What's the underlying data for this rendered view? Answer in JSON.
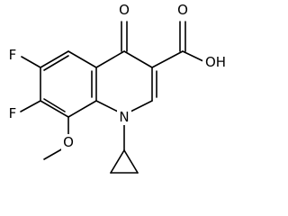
{
  "molecule": {
    "atoms": {
      "F_upper": "F",
      "F_lower": "F",
      "O_ketone": "O",
      "N_ring": "N",
      "O_methoxy": "O",
      "COOH": "OH",
      "O_carbonyl": "O"
    }
  },
  "colors": {
    "bond": "#000000",
    "label": "#000000",
    "background": "#ffffff"
  }
}
